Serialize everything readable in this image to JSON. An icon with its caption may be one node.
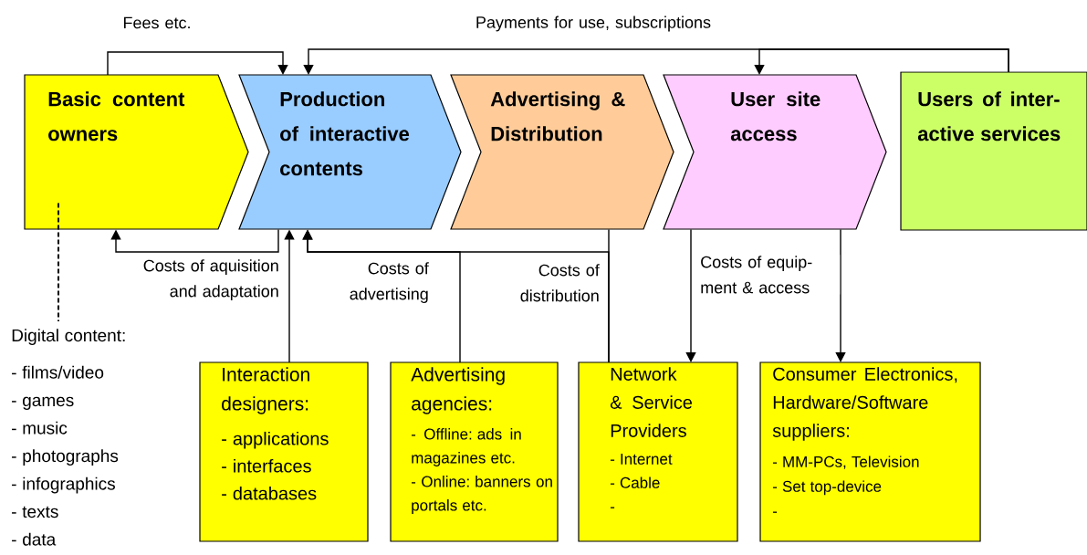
{
  "diagram": {
    "nodes": [
      {
        "text": [
          "Basic content owners"
        ]
      },
      {
        "text": [
          "Production of interactive contents"
        ]
      },
      {
        "text": [
          "Advertising & Distribution"
        ]
      },
      {
        "text": [
          "User site access"
        ]
      },
      {
        "text": [
          "Users of inter- active services"
        ]
      },
      {
        "text": [
          "Digital content:",
          "- films/video",
          "- games",
          "- music",
          "- photographs",
          "- infographics",
          "- texts",
          "- data"
        ]
      },
      {
        "text": [
          "Interaction designers:",
          "- applications",
          "- interfaces",
          "- databases"
        ]
      },
      {
        "text": [
          "Advertising agencies:",
          "- Offline: ads in magazines etc.",
          "- Online: banners on portals etc."
        ]
      },
      {
        "text": [
          "Network & Service Providers",
          "- Internet",
          "- Cable",
          "-"
        ]
      },
      {
        "text": [
          "Consumer Electronics, Hardware/Software suppliers:",
          "- MM-PCs, Television",
          "- Set top-device",
          "-"
        ]
      }
    ],
    "edges": [
      {
        "from": 0,
        "to": 1,
        "arrow": "to",
        "label": "Fees etc."
      },
      {
        "from": 4,
        "to": 1,
        "arrow": "to",
        "label": "Payments for use, subscriptions"
      },
      {
        "from": 4,
        "to": 3,
        "arrow": "to"
      },
      {
        "from": 1,
        "to": 0,
        "arrow": "to",
        "label": "Costs of aquisition and adaptation"
      },
      {
        "from": 6,
        "to": 1,
        "arrow": "to"
      },
      {
        "from": 7,
        "to": 1,
        "arrow": "to",
        "label": "Costs of advertising"
      },
      {
        "from": 2,
        "to": 8,
        "arrow": "none"
      },
      {
        "from": 8,
        "to": 1,
        "arrow": "to",
        "label": "Costs of distribution"
      },
      {
        "from": 3,
        "to": 8,
        "arrow": "to",
        "label": "Costs of equip- ment & access"
      },
      {
        "from": 3,
        "to": 9,
        "arrow": "to"
      },
      {
        "from": 0,
        "to": 5,
        "arrow": "none",
        "style": "dashed"
      }
    ]
  }
}
